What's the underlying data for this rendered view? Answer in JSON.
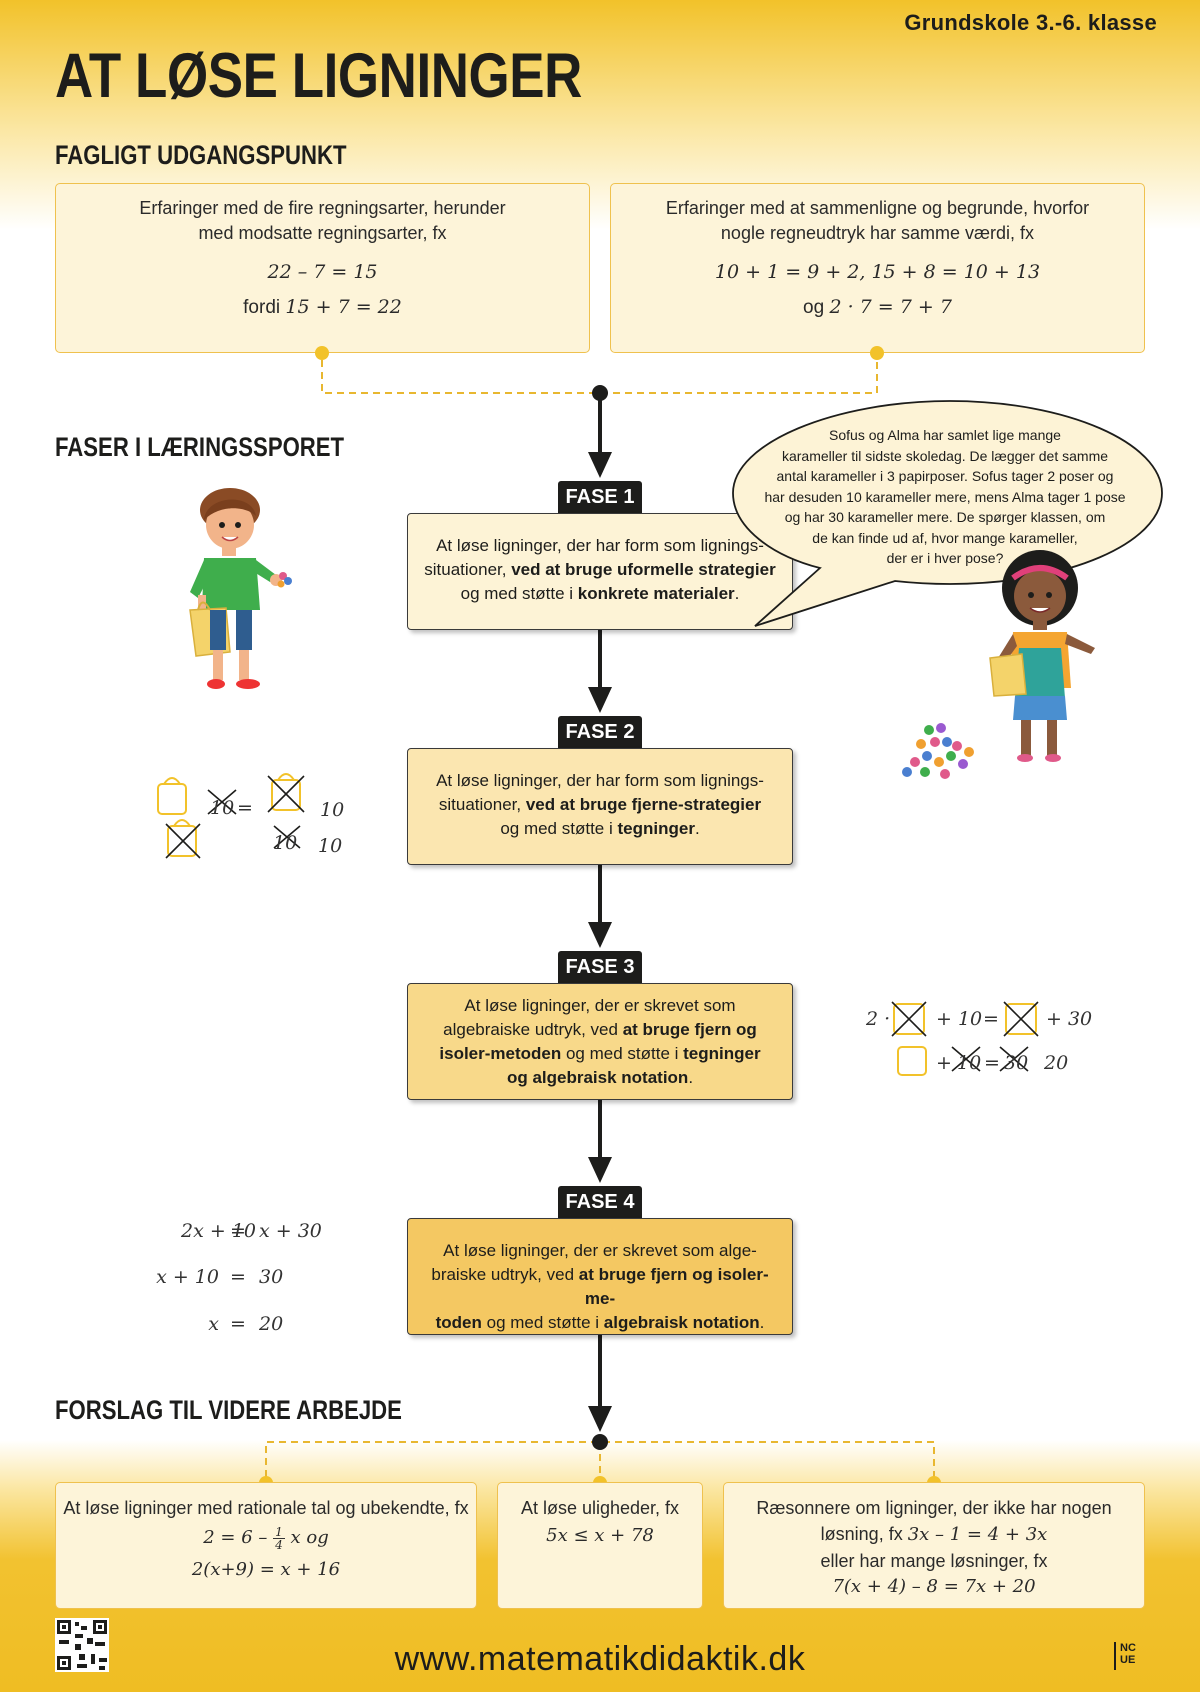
{
  "header": {
    "grade": "Grundskole 3.-6. klasse",
    "title": "AT LØSE LIGNINGER"
  },
  "section_starting_point": {
    "heading": "FAGLIGT UDGANGSPUNKT",
    "left_box": {
      "text_line1": "Erfaringer med de fire regningsarter, herunder",
      "text_line2": "med modsatte regningsarter, fx",
      "math1": "22 – 7 = 15",
      "math2_prefix": "fordi ",
      "math2": "15 + 7 = 22"
    },
    "right_box": {
      "text_line1": "Erfaringer med at sammenligne og begrunde, hvorfor",
      "text_line2": "nogle regneudtryk har samme værdi, fx",
      "math1": "10 + 1 = 9 + 2, 15 + 8 = 10 + 13",
      "math2_prefix": "og ",
      "math2": "2 · 7 = 7 + 7"
    }
  },
  "section_phases": {
    "heading": "FASER I LÆRINGSSPORET",
    "phases": [
      {
        "label": "FASE 1",
        "t1": "At løse ligninger, der har form som lignings-",
        "t2a": "situationer, ",
        "t2b": "ved at bruge uformelle strategier",
        "t3a": "og med støtte i ",
        "t3b": "konkrete materialer",
        "t3c": "."
      },
      {
        "label": "FASE 2",
        "t1": "At løse ligninger, der har form som lignings-",
        "t2a": "situationer, ",
        "t2b": "ved at bruge fjerne-strategier",
        "t3a": "og med støtte i ",
        "t3b": "tegninger",
        "t3c": "."
      },
      {
        "label": "FASE 3",
        "t1": "At løse ligninger, der er skrevet som",
        "t2a": "algebraiske udtryk, ved ",
        "t2b": "at bruge fjern og",
        "t3a": "isoler-metoden",
        "t3b": " og med støtte i ",
        "t3c": "tegninger",
        "t4": "og algebraisk notation",
        "t4b": "."
      },
      {
        "label": "FASE 4",
        "t1": "At løse ligninger, der er skrevet som alge-",
        "t2a": "braiske udtryk, ved ",
        "t2b": "at bruge fjern og isoler-me-",
        "t3a": "toden",
        "t3b": " og med støtte i ",
        "t3c": "algebraisk notation",
        "t3d": "."
      }
    ],
    "speech_bubble": [
      "Sofus og Alma har samlet lige mange",
      "karameller til sidste skoledag. De lægger det samme",
      "antal karameller i 3 papirposer. Sofus tager 2 poser og",
      "har desuden 10 karameller mere, mens Alma tager 1 pose",
      "og har 30 karameller mere. De spørger klassen, om",
      "de kan finde ud af, hvor mange karameller,",
      "der er i hver pose?"
    ],
    "phase2_drawing": {
      "num_a": "10",
      "num_b": "10",
      "num_c": "10",
      "num_d": "10",
      "eq_sign": "="
    },
    "phase3_drawing": {
      "row1_prefix": "2 ·",
      "row1_mid": "+ 10",
      "row1_eq": "=",
      "row1_end": "+ 30",
      "row2_plus": "+",
      "row2_a": "10",
      "row2_eq": "=",
      "row2_b": "30",
      "row2_res": "20"
    },
    "phase4_equations": [
      {
        "lhs": "2x + 10",
        "eq": "=",
        "rhs": "x + 30"
      },
      {
        "lhs": "x + 10",
        "eq": "=",
        "rhs": "30"
      },
      {
        "lhs": "x",
        "eq": "=",
        "rhs": "20"
      }
    ]
  },
  "section_further": {
    "heading": "FORSLAG TIL VIDERE ARBEJDE",
    "box1": {
      "text": "At løse ligninger med rationale tal og ubekendte, fx",
      "math1_a": "2 = 6 –",
      "math1_num": "1",
      "math1_den": "4",
      "math1_b": "x og",
      "math2": "2(x+9) = x + 16"
    },
    "box2": {
      "text": "At løse uligheder, fx",
      "math": "5x ≤ x + 78"
    },
    "box3": {
      "t1": "Ræsonnere om ligninger, der ikke har nogen",
      "t2a": "løsning, fx ",
      "t2b": "3x – 1 = 4 + 3x",
      "t3": "eller har mange løsninger, fx",
      "math": "7(x + 4) – 8 = 7x + 20"
    }
  },
  "footer": {
    "url": "www.matematikdidaktik.dk",
    "logo": "NC UE"
  },
  "colors": {
    "accent_yellow": "#f2c22a",
    "box_fill": "#fdf4d9",
    "box_border": "#efc14e",
    "dark": "#1d1d1b",
    "phase_fills": [
      "#fdf3d6",
      "#fbe6b0",
      "#f8d98a",
      "#f4c862"
    ]
  }
}
